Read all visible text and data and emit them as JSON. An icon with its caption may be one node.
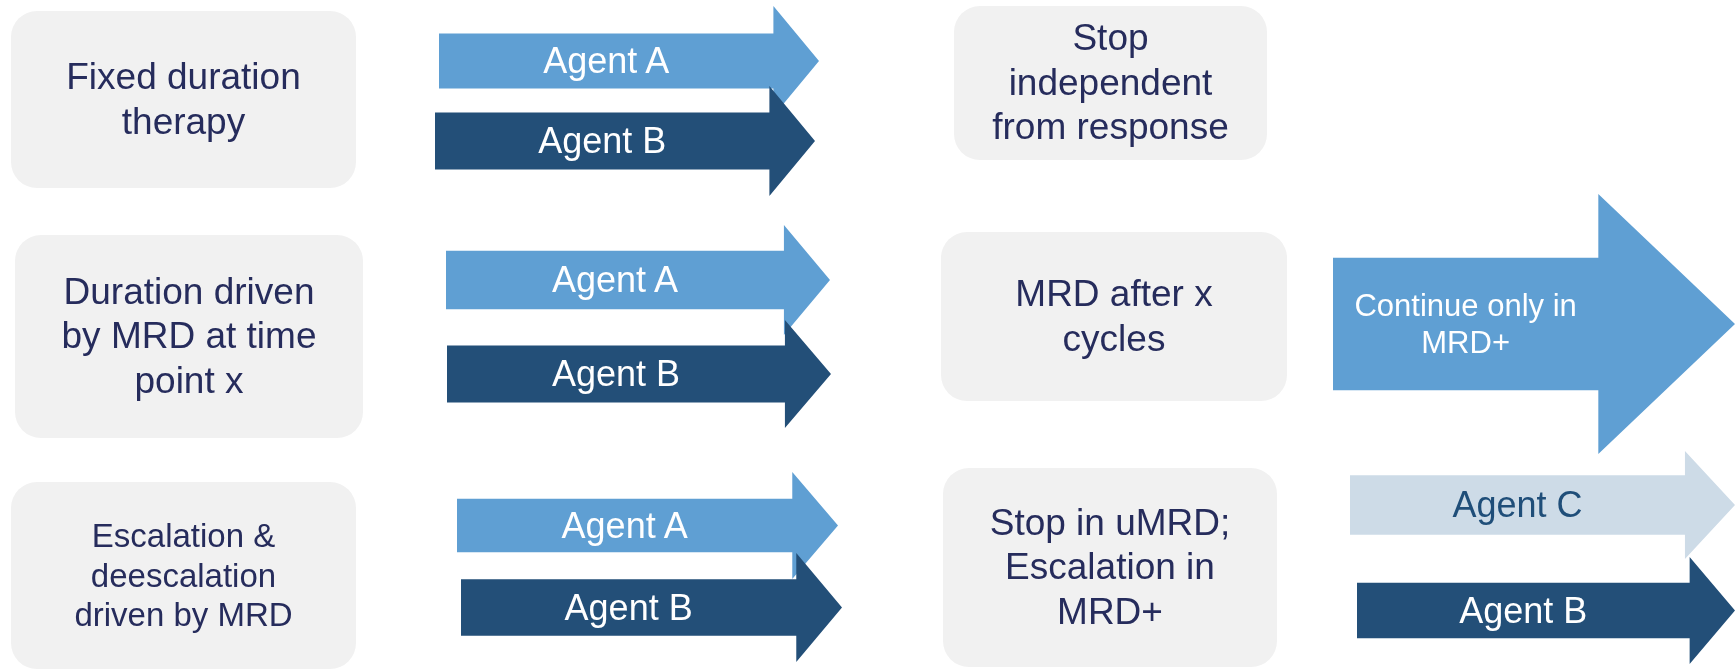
{
  "diagram": {
    "nodes": [
      {
        "text": [
          "Fixed duration therapy"
        ]
      },
      {
        "text": [
          "Agent A"
        ]
      },
      {
        "text": [
          "Agent B"
        ]
      },
      {
        "text": [
          "Stop independent from response"
        ]
      },
      {
        "text": [
          "Duration driven by MRD at time point x"
        ]
      },
      {
        "text": [
          "Agent A"
        ]
      },
      {
        "text": [
          "Agent B"
        ]
      },
      {
        "text": [
          "MRD after x cycles"
        ]
      },
      {
        "text": [
          "Continue only in MRD+"
        ]
      },
      {
        "text": [
          "Escalation & deescalation driven by MRD"
        ]
      },
      {
        "text": [
          "Agent A"
        ]
      },
      {
        "text": [
          "Agent B"
        ]
      },
      {
        "text": [
          "Stop in uMRD; Escalation in MRD+"
        ]
      },
      {
        "text": [
          "Agent C"
        ]
      },
      {
        "text": [
          "Agent B"
        ]
      }
    ]
  }
}
